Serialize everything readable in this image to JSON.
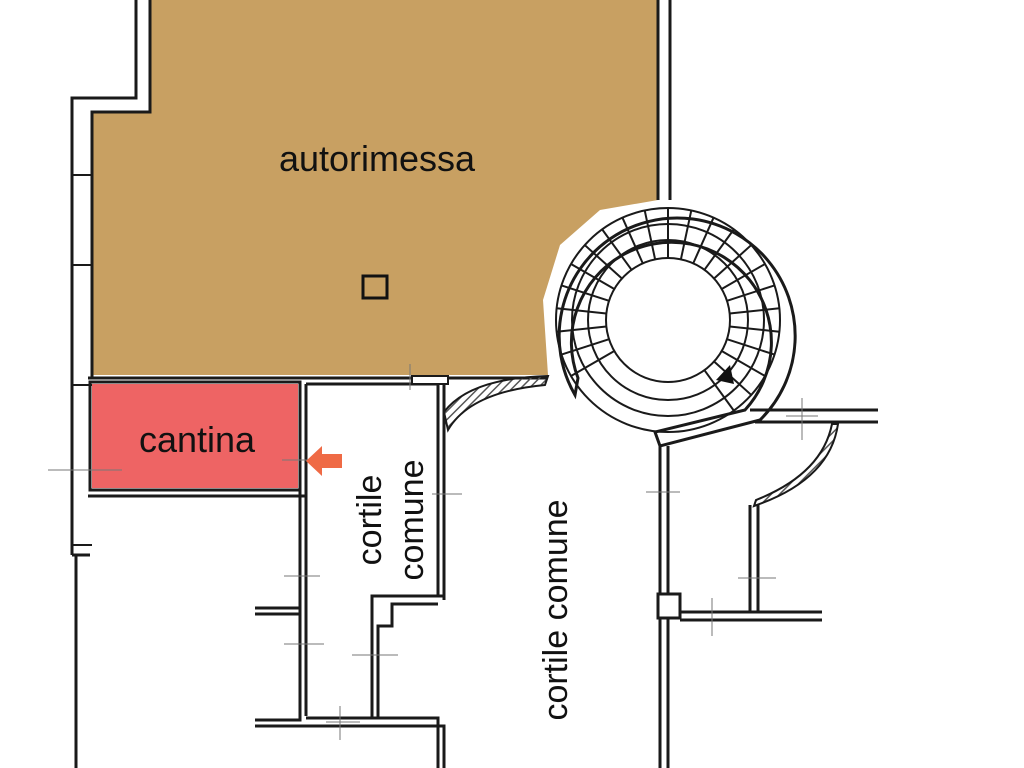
{
  "plan": {
    "rooms": {
      "garage": {
        "label": "autorimessa",
        "fill": "#c8a062"
      },
      "cellar": {
        "label": "cantina",
        "fill": "#ee6464"
      },
      "courtyard_narrow": {
        "label_line1": "cortile",
        "label_line2": "comune"
      },
      "courtyard_main": {
        "label": "cortile comune"
      }
    },
    "marker_arrow_color": "#ef6a45",
    "wall_color": "#1a1a1a",
    "hatch_color": "#555555"
  }
}
